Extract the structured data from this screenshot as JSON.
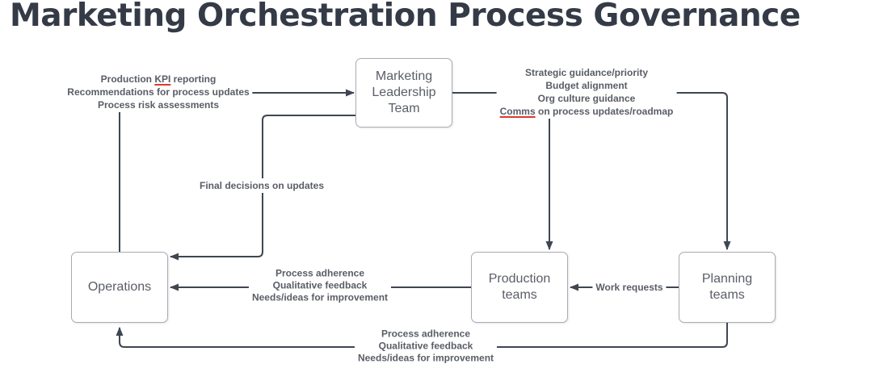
{
  "title": "Marketing Orchestration Process Governance",
  "nodes": {
    "marketing_leadership_team": "Marketing Leadership Team",
    "operations": "Operations",
    "production_teams": "Production teams",
    "planning_teams": "Planning teams"
  },
  "edge_labels": {
    "operations_to_leadership": {
      "line1_prefix": "Production ",
      "line1_flagged_word": "KPI",
      "line1_suffix": " reporting",
      "line2": "Recommendations for process updates",
      "line3": "Process risk assessments"
    },
    "leadership_to_teams": {
      "line1": "Strategic guidance/priority",
      "line2": "Budget alignment",
      "line3": "Org culture guidance",
      "line4_flagged_word": "Comms",
      "line4_suffix": " on process updates/roadmap"
    },
    "leadership_to_operations": "Final decisions on updates",
    "production_to_operations": {
      "line1": "Process adherence",
      "line2": "Qualitative feedback",
      "line3": "Needs/ideas for improvement"
    },
    "planning_to_production": "Work requests",
    "planning_to_operations": {
      "line1": "Process adherence",
      "line2": "Qualitative feedback",
      "line3": "Needs/ideas for improvement"
    }
  },
  "colors": {
    "connector": "#3f4652",
    "label_text": "#595d66",
    "node_border": "#a9acb3",
    "node_text": "#5a5e67",
    "title_text": "#343b47",
    "spellcheck_underline": "#d93b31"
  }
}
